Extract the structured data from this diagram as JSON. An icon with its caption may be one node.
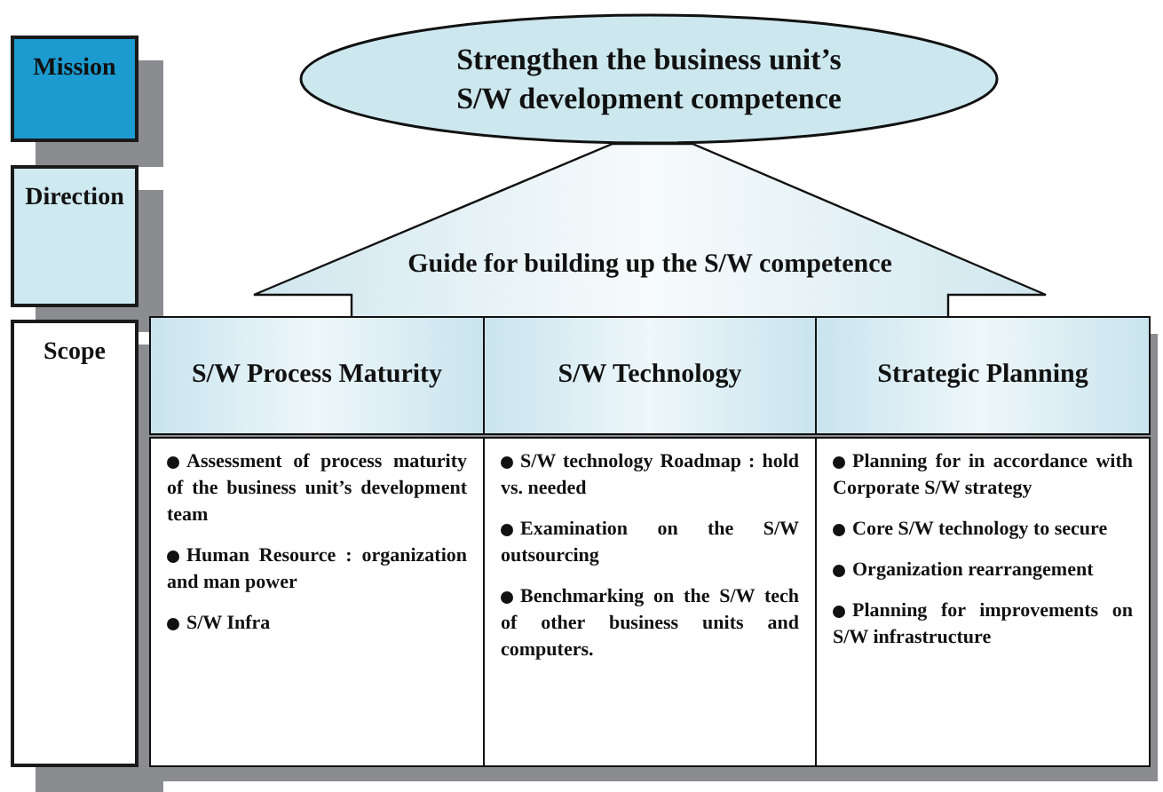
{
  "diagram": {
    "nodes": [
      {
        "text": [
          "Mission"
        ]
      },
      {
        "text": [
          "Direction"
        ]
      },
      {
        "text": [
          "Scope"
        ]
      },
      {
        "text": [
          "Strengthen the business unit’s S/W development competence"
        ]
      },
      {
        "text": [
          "Guide for building up the S/W competence"
        ]
      },
      {
        "text": [
          "S/W Process Maturity"
        ]
      },
      {
        "text": [
          "S/W Technology"
        ]
      },
      {
        "text": [
          "Strategic Planning"
        ]
      },
      {
        "text": [
          "Assessment of process maturity of the business unit’s development team",
          "Human Resource : organization and man power",
          "S/W Infra"
        ]
      },
      {
        "text": [
          "S/W technology Roadmap : hold vs. needed",
          "Examination on the S/W outsourcing",
          "Benchmarking on the S/W tech of other business units and computers."
        ]
      },
      {
        "text": [
          "Planning for in accordance with Corporate S/W strategy",
          "Core S/W technology to secure",
          "Organization rearrangement",
          "Planning for improvements on S/W infrastructure"
        ]
      }
    ]
  }
}
